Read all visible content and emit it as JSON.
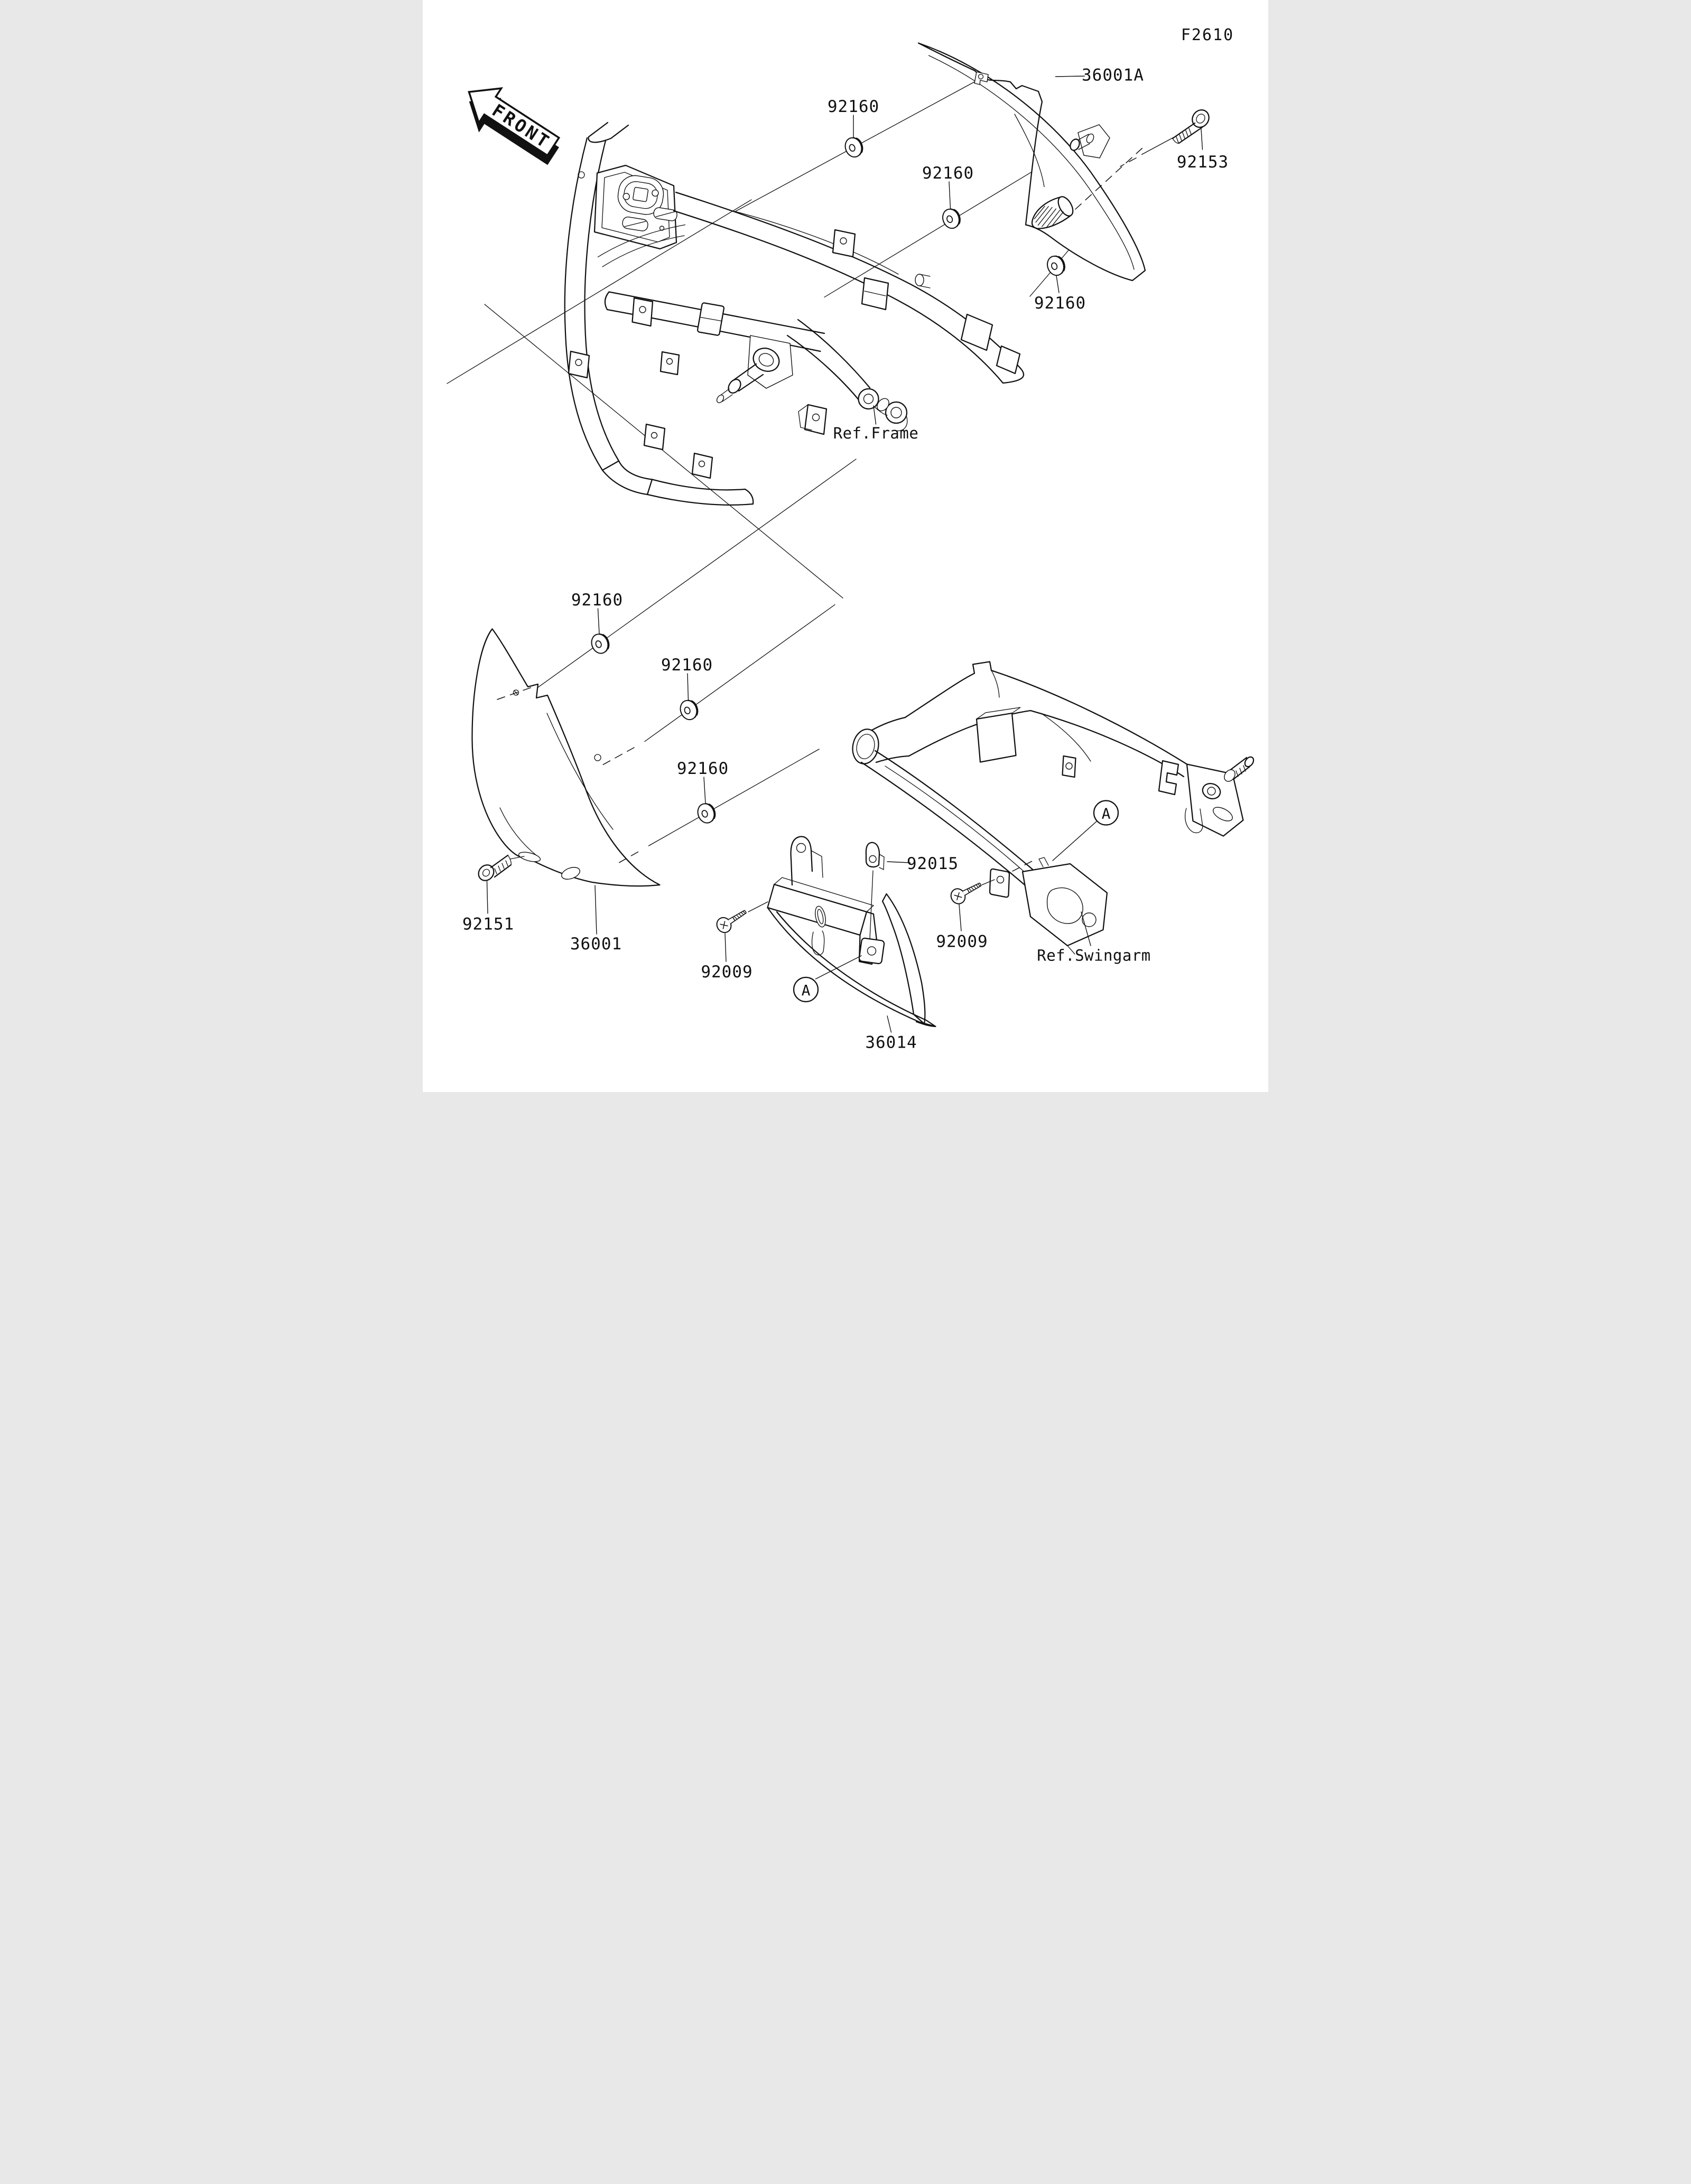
{
  "diagram": {
    "code": "F2610",
    "front_marker": "FRONT",
    "line_color": "#111111",
    "background_color": "#ffffff",
    "description": "Motorcycle side covers and chain cover parts diagram"
  },
  "references": {
    "frame": "Ref.Frame",
    "swingarm": "Ref.Swingarm"
  },
  "detail_marker": "A",
  "parts": {
    "side_cover_right": "36001A",
    "side_cover_left": "36001",
    "chain_cover": "36014",
    "damper_grommet": "92160",
    "bolt_long": "92153",
    "bolt_flanged": "92151",
    "screw_pan": "92009",
    "damper_plate": "92015"
  },
  "callouts": [
    {
      "part": "36001A"
    },
    {
      "part": "92160"
    },
    {
      "part": "92160"
    },
    {
      "part": "92153"
    },
    {
      "part": "92160"
    },
    {
      "part": "Ref.Frame"
    },
    {
      "part": "92160"
    },
    {
      "part": "92160"
    },
    {
      "part": "92160"
    },
    {
      "part": "92151"
    },
    {
      "part": "36001"
    },
    {
      "part": "92009"
    },
    {
      "part": "A"
    },
    {
      "part": "36014"
    },
    {
      "part": "92015"
    },
    {
      "part": "92009"
    },
    {
      "part": "Ref.Swingarm"
    },
    {
      "part": "A"
    }
  ]
}
